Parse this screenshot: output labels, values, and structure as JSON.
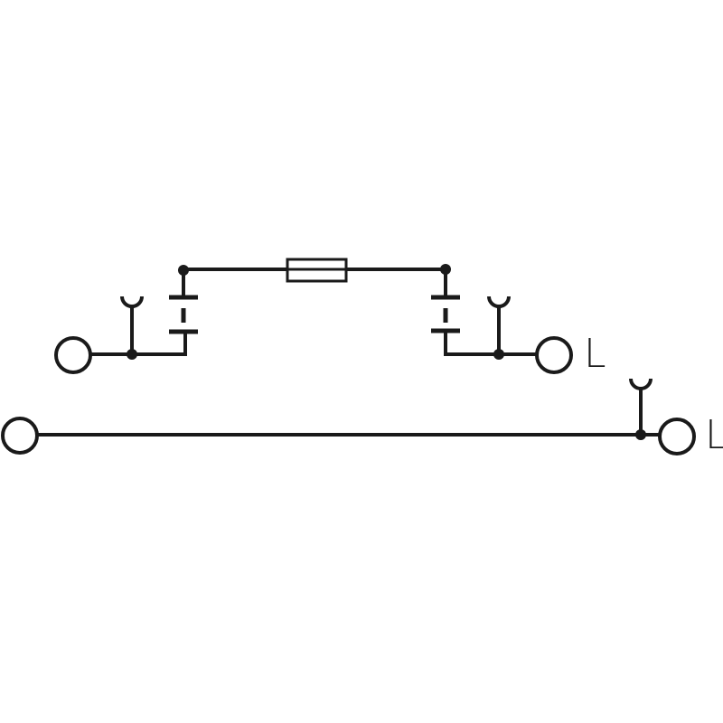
{
  "diagram": {
    "type": "terminal-block-wiring-schematic",
    "colors": {
      "line": "#1a1a1a",
      "background": "#ffffff"
    },
    "labels": {
      "top_right_terminal": "L",
      "bottom_right_terminal": "L"
    },
    "components": {
      "upper_circuit": {
        "left_terminal": "terminal-circle",
        "left_test_socket": "plug-socket",
        "left_disconnect": "knife-disconnect-contact",
        "fuse": "fuse-element",
        "right_disconnect": "knife-disconnect-contact",
        "right_test_socket": "plug-socket",
        "right_terminal": "terminal-circle"
      },
      "lower_circuit": {
        "left_terminal": "terminal-circle",
        "test_socket": "plug-socket",
        "right_terminal": "terminal-circle"
      }
    }
  }
}
